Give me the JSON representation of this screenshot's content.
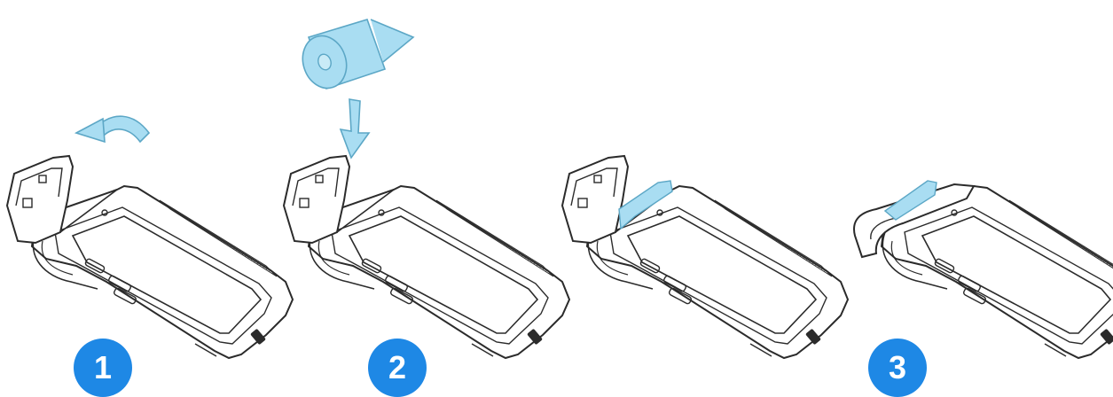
{
  "colors": {
    "accent": "#1E88E5",
    "paper": "#A9DDF2",
    "paper_edge": "#5CA7C6",
    "line": "#2b2b2b"
  },
  "steps": [
    {
      "number": "1",
      "icon": "rotate-arrow-icon",
      "description_icon": "open-printer-lid"
    },
    {
      "number": "2",
      "icon": "down-arrow-icon",
      "description_icon": "insert-paper-roll"
    },
    {
      "number": "3",
      "icon": "",
      "description_icon": "close-printer-lid"
    }
  ]
}
